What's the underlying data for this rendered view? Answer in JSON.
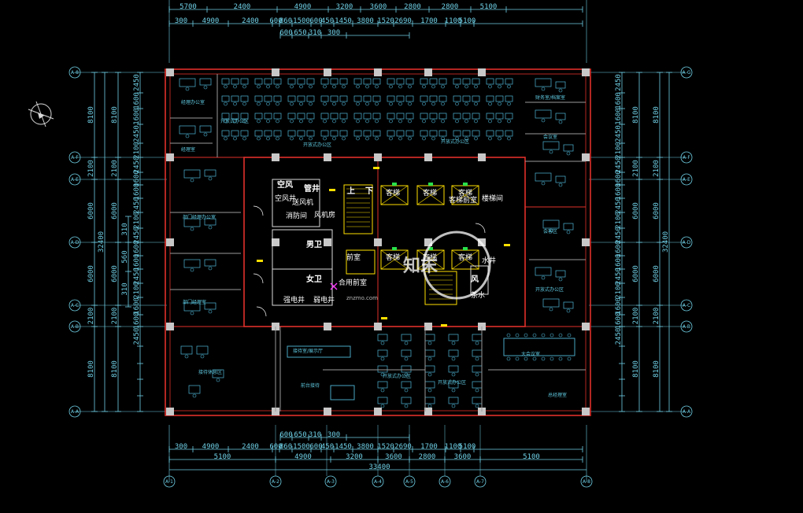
{
  "colors": {
    "background": "#000000",
    "dimension_lines": "#6fd0e6",
    "outer_wall": "#e0302a",
    "furniture": "#4fb8d8",
    "core_elements": "#ffe000",
    "room_text": "#ffffff",
    "columns": "#c8c8c8"
  },
  "dimensions": {
    "top_total_row": [
      "5700",
      "2400",
      "4900",
      "3200",
      "3600",
      "2800",
      "2800",
      "5100"
    ],
    "top_detail_row": [
      "300",
      "4900",
      "2400",
      "600",
      "860",
      "1500",
      "600",
      "450",
      "1450",
      "3800",
      "1520",
      "2690",
      "1700",
      "1100",
      "5100"
    ],
    "top_sub_row": [
      "600",
      "650",
      "310",
      "300"
    ],
    "bottom_sub_row": [
      "600",
      "650",
      "310",
      "300"
    ],
    "bottom_detail_row": [
      "300",
      "4900",
      "2400",
      "600",
      "860",
      "1500",
      "600",
      "450",
      "1450",
      "3800",
      "1520",
      "2690",
      "1700",
      "1100",
      "5100"
    ],
    "bottom_total_row": [
      "5100",
      "4900",
      "3200",
      "3600",
      "2800",
      "3600",
      "5100"
    ],
    "bottom_overall": "33400",
    "left_spans": [
      "8100",
      "2100",
      "6000",
      "6000",
      "2100",
      "8100"
    ],
    "left_total": "32400",
    "left_inner": [
      "310",
      "560",
      "310"
    ],
    "left_detail": [
      "2450",
      "1600",
      "1600",
      "2450",
      "2100",
      "2450",
      "1600",
      "1600",
      "2450",
      "2100",
      "2450",
      "1600",
      "1600",
      "2450",
      "2100",
      "1600",
      "1600",
      "2450"
    ],
    "right_spans": [
      "8100",
      "2100",
      "6000",
      "6000",
      "2100",
      "8100"
    ],
    "right_total": "32400",
    "right_detail": [
      "2450",
      "1600",
      "1600",
      "2450",
      "2100",
      "2450",
      "1600",
      "1600",
      "2450",
      "2100",
      "2450",
      "1600",
      "1600",
      "2450",
      "2100",
      "1600",
      "1600",
      "2450"
    ]
  },
  "axes": {
    "left": [
      "A-8",
      "A-F",
      "A-E",
      "A-D",
      "A-C",
      "A-B",
      "A-A"
    ],
    "right": [
      "A-G",
      "A-F",
      "A-E",
      "A-D",
      "A-C",
      "A-B",
      "A-A"
    ],
    "bottom": [
      "A-1",
      "A-2",
      "A-3",
      "A-4",
      "A-5",
      "A-6",
      "A-7",
      "A-8"
    ]
  },
  "rooms": {
    "air_1": "空风",
    "shaft": "管井",
    "air_shaft": "空风井",
    "smoke_room": "送风机",
    "fan_room": "风机房",
    "pipe_room": "消防间",
    "up_label": "上",
    "down_label": "下",
    "elevator_1": "客梯",
    "elevator_2": "客梯",
    "elevator_3": "客梯",
    "elevator_4": "客梯",
    "elevator_5": "客梯",
    "elevator_6": "客梯",
    "freight_note": "客梯前室",
    "ladder_room": "楼梯间",
    "male_wc": "男卫",
    "female_wc": "女卫",
    "strong_elec": "强电井",
    "weak_elec": "弱电井",
    "combined_shaft": "合用前室",
    "tea": "茶水",
    "wind": "风",
    "stair_label": "前室",
    "water": "水井"
  },
  "small_labels": {
    "tl_1": "经理办公室",
    "tl_2": "开放式办公区",
    "tl_3": "经理室",
    "top_mid_1": "开放式办公区",
    "top_mid_2": "开放式办公区",
    "top_right_1": "财务室/档案室",
    "top_right_2": "会议室",
    "right_mid_1": "会客区",
    "right_mid_2": "开放式办公区",
    "left_mid_1": "部门经理办公室",
    "left_mid_2": "部门经理室",
    "bl_1": "接待休息区",
    "bot_mid_1": "接待室/展示厅",
    "bot_mid_2": "前台接待",
    "bot_mid_3": "开放式办公区",
    "bot_mid_4": "开放式办公区",
    "br_1": "大会议室",
    "br_2": "总经理室"
  },
  "watermark": {
    "text": "知末",
    "sub": "znzmo.com"
  },
  "icons": {
    "north_arrow": "north-arrow-icon",
    "axis_bubble": "axis-bubble-icon",
    "door": "door-swing-icon"
  }
}
